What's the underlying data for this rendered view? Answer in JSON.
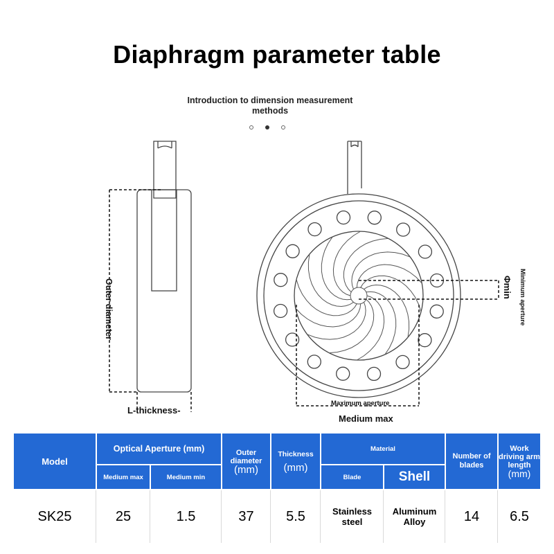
{
  "page": {
    "title": "Diaphragm parameter table",
    "subtitle": "Introduction to dimension measurement methods",
    "carousel_dots": 3,
    "active_dot": 1
  },
  "diagram": {
    "outer_diameter_label": "Outer diameter",
    "thickness_label": "L-thickness-",
    "min_aperture_label": "Minimum aperture",
    "min_symbol_label": "Φmin",
    "max_aperture_label": "Maximum aperture",
    "medium_max_label": "Medium max"
  },
  "table": {
    "headers": {
      "model": "Model",
      "optical_aperture": "Optical Aperture (mm)",
      "medium_max": "Medium max",
      "medium_min": "Medium min",
      "outer_diameter": "Outer diameter",
      "outer_diameter_unit": "(mm)",
      "thickness": "Thickness",
      "thickness_unit": "(mm)",
      "material": "Material",
      "blade": "Blade",
      "shell": "Shell",
      "blades_count": "Number of blades",
      "arm_length": "Work driving arm length",
      "arm_length_unit": "(mm)"
    },
    "row": {
      "model": "SK25",
      "medium_max": "25",
      "medium_min": "1.5",
      "outer_diameter": "37",
      "thickness": "5.5",
      "blade": "Stainless steel",
      "shell": "Aluminum Alloy",
      "blades_count": "14",
      "arm_length": "6.5"
    },
    "colors": {
      "header_blue": "#2369d4",
      "divider": "#ffffff"
    }
  }
}
